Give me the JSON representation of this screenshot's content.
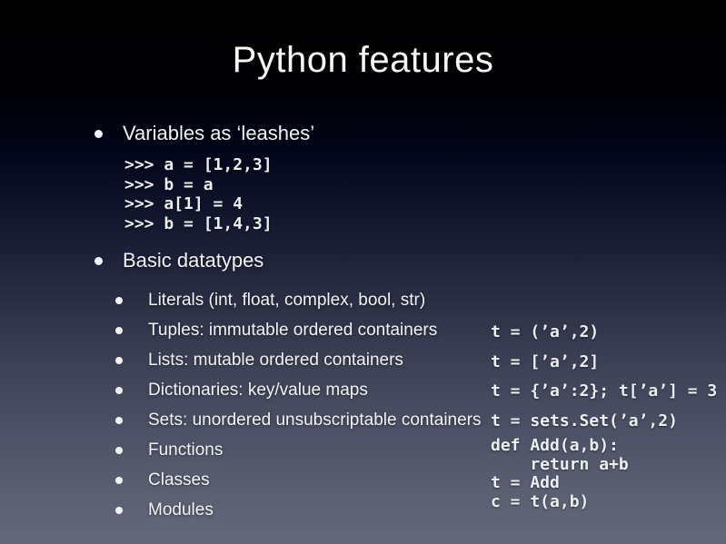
{
  "slide": {
    "title": "Python features",
    "section_variables": {
      "label": "Variables as ‘leashes’",
      "code": [
        ">>> a = [1,2,3]",
        ">>> b = a",
        ">>> a[1] = 4",
        ">>> b = [1,4,3]"
      ]
    },
    "section_datatypes": {
      "label": "Basic datatypes",
      "items": [
        "Literals (int, float, complex, bool, str)",
        "Tuples: immutable ordered containers",
        "Lists: mutable ordered containers",
        "Dictionaries: key/value maps",
        "Sets: unordered unsubscriptable containers",
        "Functions",
        "Classes",
        "Modules"
      ],
      "code_examples": [
        "t = (’a’,2)",
        "t = [’a’,2]",
        "t = {’a’:2}; t[’a’] = 3",
        "t = sets.Set(’a’,2)"
      ],
      "code_functions": [
        "def Add(a,b):",
        "    return a+b",
        "t = Add",
        "c = t(a,b)"
      ]
    },
    "colors": {
      "background_top": "#000000",
      "background_bottom": "#636879",
      "text": "#f3f3f5"
    }
  }
}
